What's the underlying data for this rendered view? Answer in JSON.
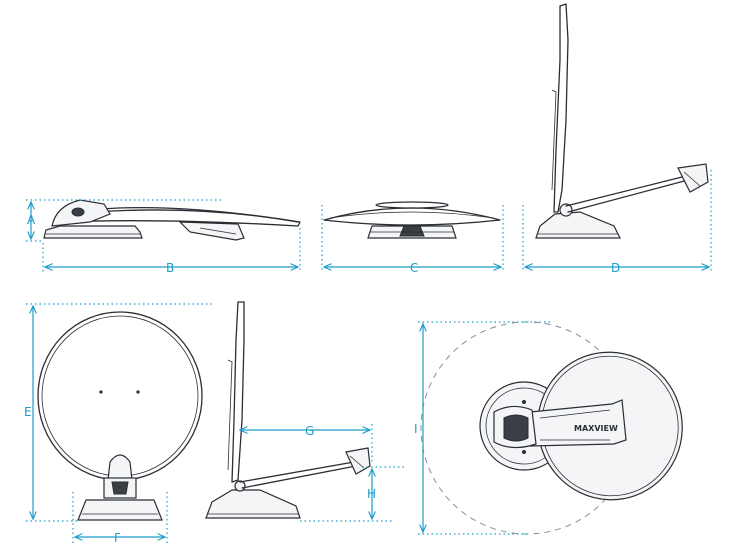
{
  "dimension_labels": {
    "a": "A",
    "b": "B",
    "c": "C",
    "d": "D",
    "e": "E",
    "f": "F",
    "g": "G",
    "h": "H",
    "i": "I"
  },
  "brand_logo": "MAXVIEW",
  "colors": {
    "dimension": "#1f9dc9",
    "ink": "#2a2d33",
    "sweep": "#8a8e95"
  }
}
